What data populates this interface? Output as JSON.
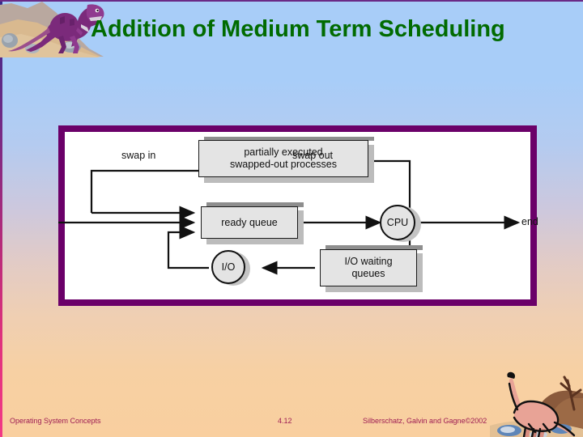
{
  "slide": {
    "title": "Addition of Medium Term Scheduling",
    "title_color": "#016b01",
    "frame_color": "#6b0069",
    "background_top_color": "#a8cdf8",
    "background_bottom_color": "#f9cf9f"
  },
  "figure": {
    "name": "medium-term-scheduling-queueing-diagram",
    "nodes": [
      {
        "id": "swapped",
        "label": "partially executed\nswapped-out processes",
        "line1": "partially executed",
        "line2": "swapped-out processes",
        "shape": "rectangle"
      },
      {
        "id": "ready-queue",
        "label": "ready queue",
        "shape": "rectangle"
      },
      {
        "id": "cpu",
        "label": "CPU",
        "shape": "circle"
      },
      {
        "id": "io",
        "label": "I/O",
        "shape": "circle"
      },
      {
        "id": "io-waiting",
        "label": "I/O waiting\nqueues",
        "line1": "I/O waiting",
        "line2": "queues",
        "shape": "rectangle"
      }
    ],
    "edge_labels": [
      {
        "id": "swap-in",
        "text": "swap in"
      },
      {
        "id": "swap-out",
        "text": "swap out"
      },
      {
        "id": "end",
        "text": "end"
      }
    ]
  },
  "footer": {
    "left": "Operating System Concepts",
    "page": "4.12",
    "right": "Silberschatz, Galvin and  Gagne©2002",
    "color": "#9d1b53"
  },
  "decorations": {
    "top_left_artwork": "purple-dinosaur-on-rock-illustration",
    "bottom_right_artwork": "pink-sauropod-dinosaur-illustration"
  }
}
